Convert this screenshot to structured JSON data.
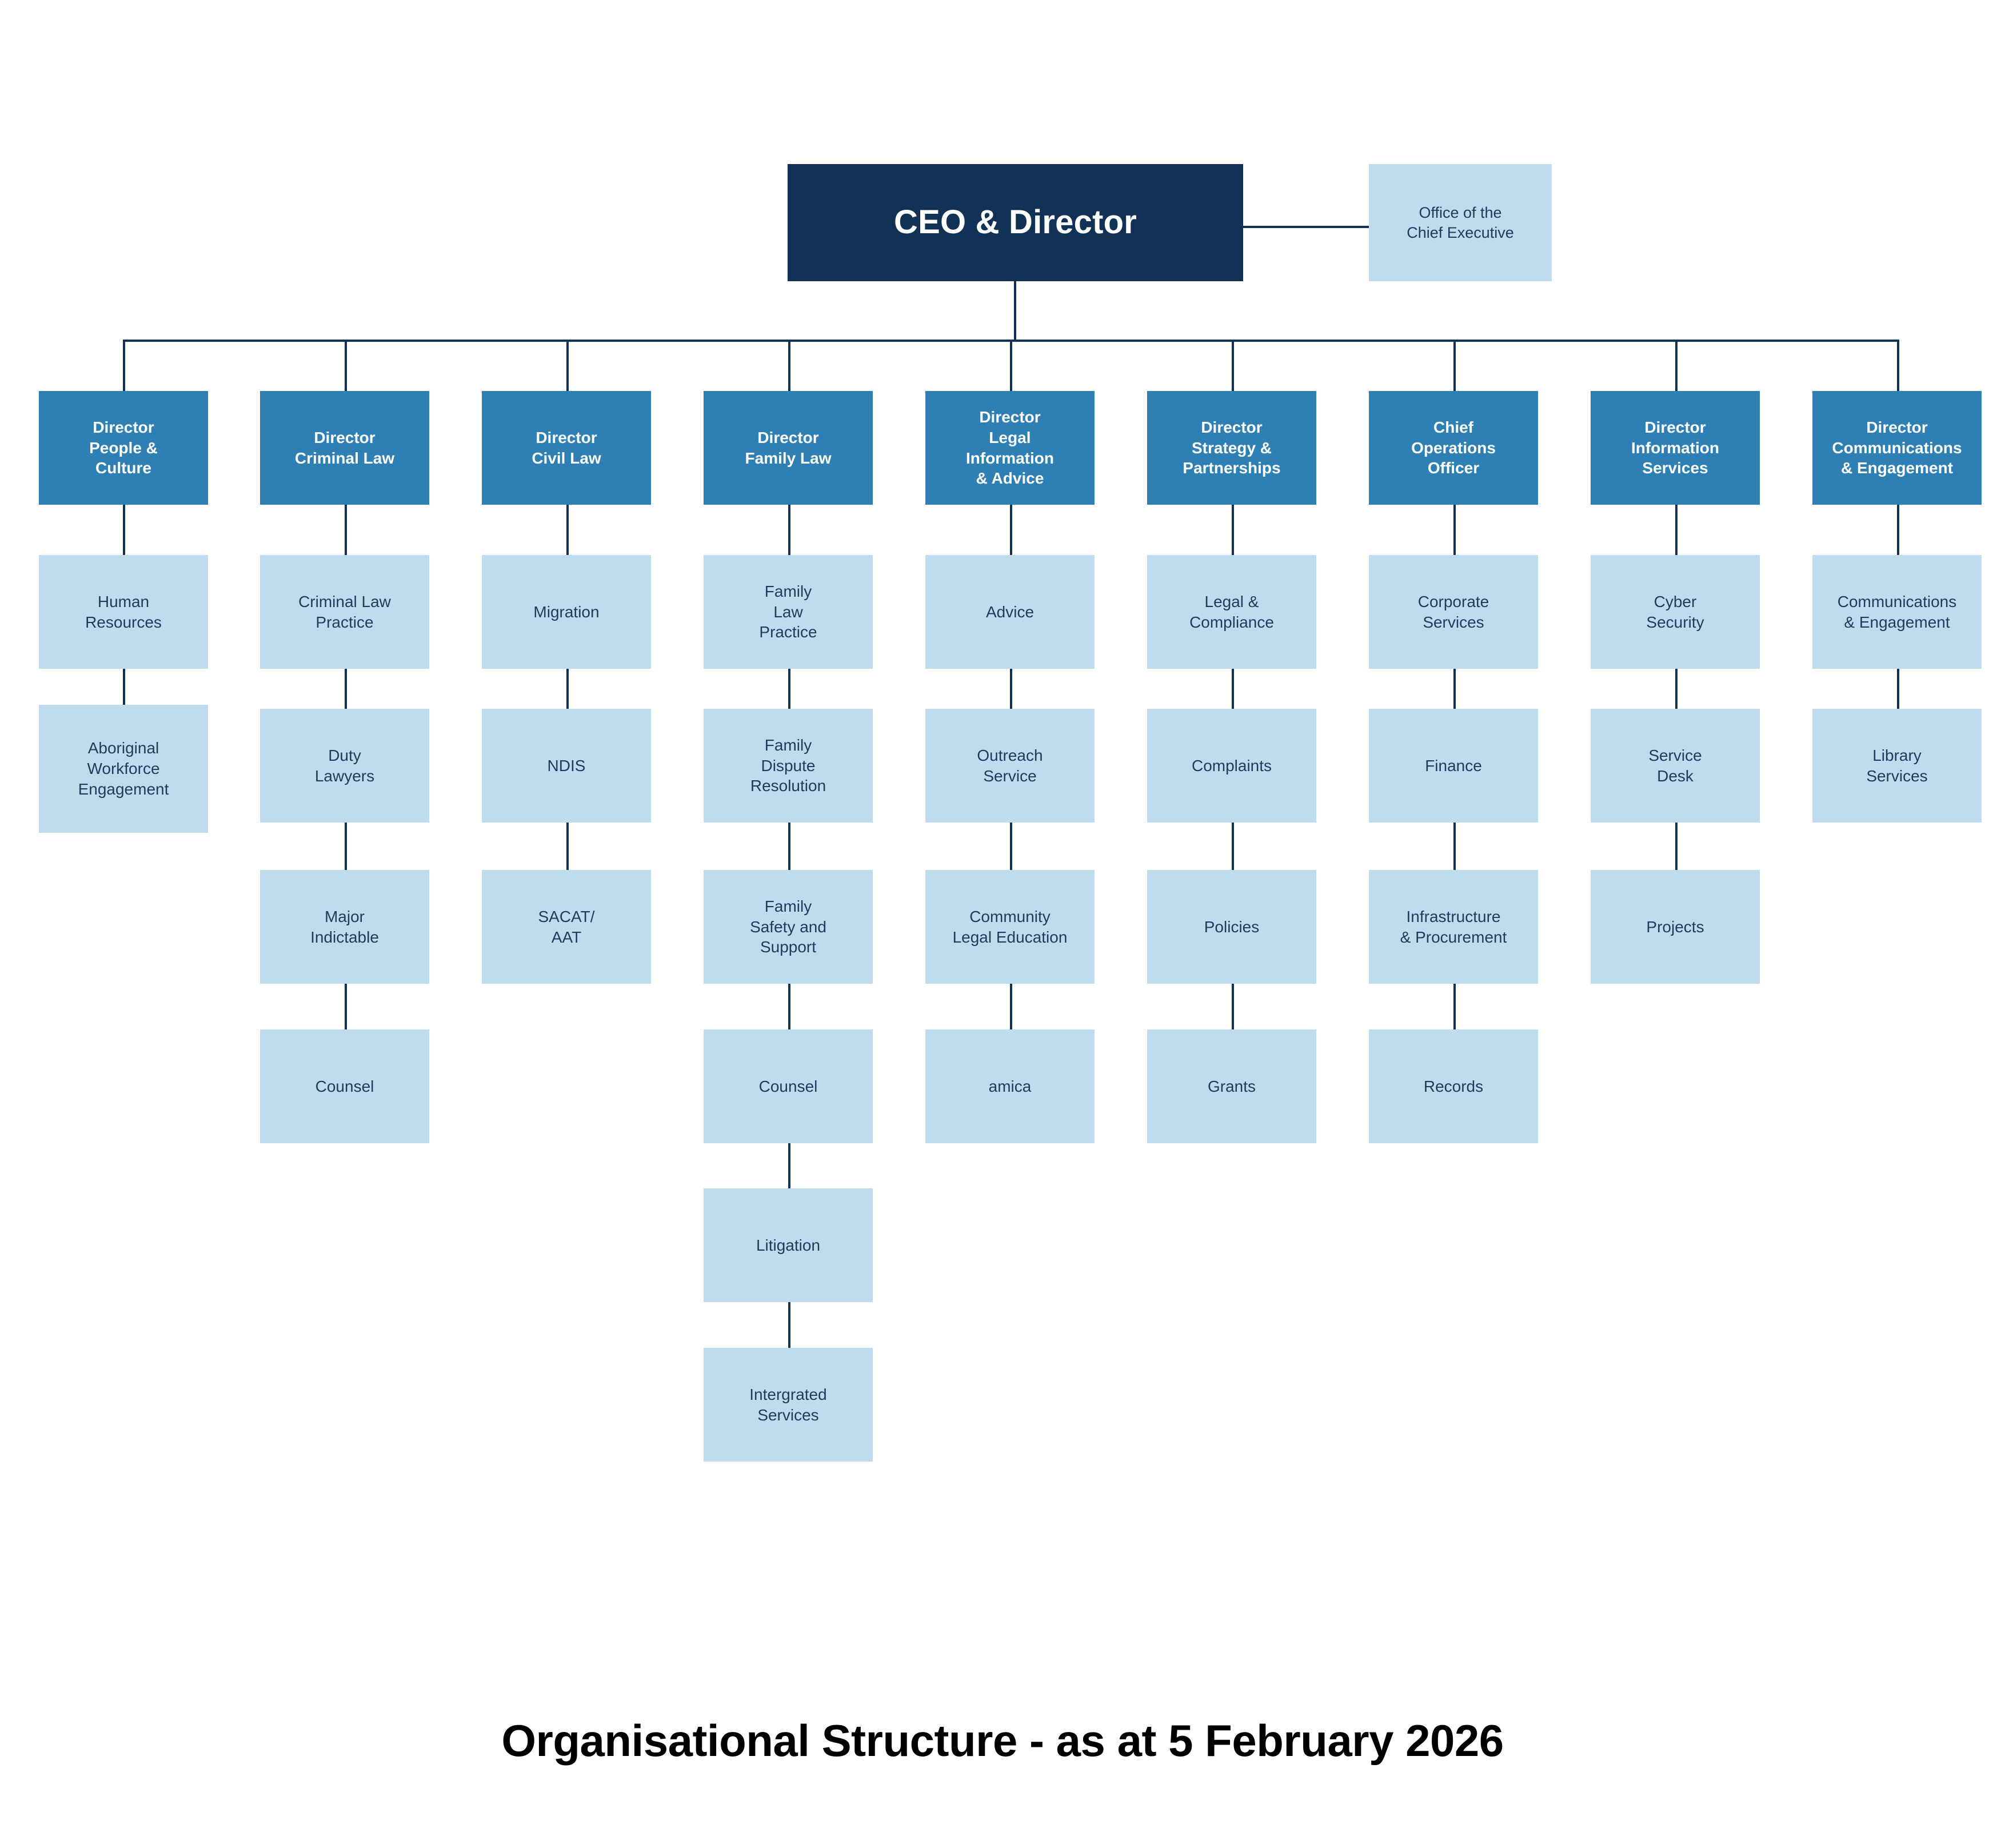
{
  "caption": "Organisational Structure - as at 5 February 2026",
  "colors": {
    "root_fill": "#123255",
    "director_fill": "#2e80b4",
    "sub_fill": "#bfdcee",
    "line": "#123255",
    "root_text": "#ffffff",
    "director_text": "#ffffff",
    "sub_text": "#1c3c5e",
    "caption_text": "#000000",
    "background": "#ffffff"
  },
  "root": {
    "label": "CEO & Director"
  },
  "aside": {
    "label": "Office of the\nChief Executive"
  },
  "columns": [
    {
      "director": "Director\nPeople &\nCulture",
      "children": [
        "Human\nResources",
        "Aboriginal\nWorkforce\nEngagement"
      ]
    },
    {
      "director": "Director\nCriminal Law",
      "children": [
        "Criminal Law\nPractice",
        "Duty\nLawyers",
        "Major\nIndictable",
        "Counsel"
      ]
    },
    {
      "director": "Director\nCivil Law",
      "children": [
        "Migration",
        "NDIS",
        "SACAT/\nAAT"
      ]
    },
    {
      "director": "Director\nFamily Law",
      "children": [
        "Family\nLaw\nPractice",
        "Family\nDispute\nResolution",
        "Family\nSafety and\nSupport",
        "Counsel",
        "Litigation",
        "Intergrated\nServices"
      ]
    },
    {
      "director": "Director\nLegal\nInformation\n& Advice",
      "children": [
        "Advice",
        "Outreach\nService",
        "Community\nLegal Education",
        "amica"
      ]
    },
    {
      "director": "Director\nStrategy &\nPartnerships",
      "children": [
        "Legal &\nCompliance",
        "Complaints",
        "Policies",
        "Grants"
      ]
    },
    {
      "director": "Chief\nOperations\nOfficer",
      "children": [
        "Corporate\nServices",
        "Finance",
        "Infrastructure\n& Procurement",
        "Records"
      ]
    },
    {
      "director": "Director\nInformation\nServices",
      "children": [
        "Cyber\nSecurity",
        "Service\nDesk",
        "Projects"
      ]
    },
    {
      "director": "Director\nCommunications\n& Engagement",
      "children": [
        "Communications\n& Engagement",
        "Library\nServices"
      ]
    }
  ]
}
